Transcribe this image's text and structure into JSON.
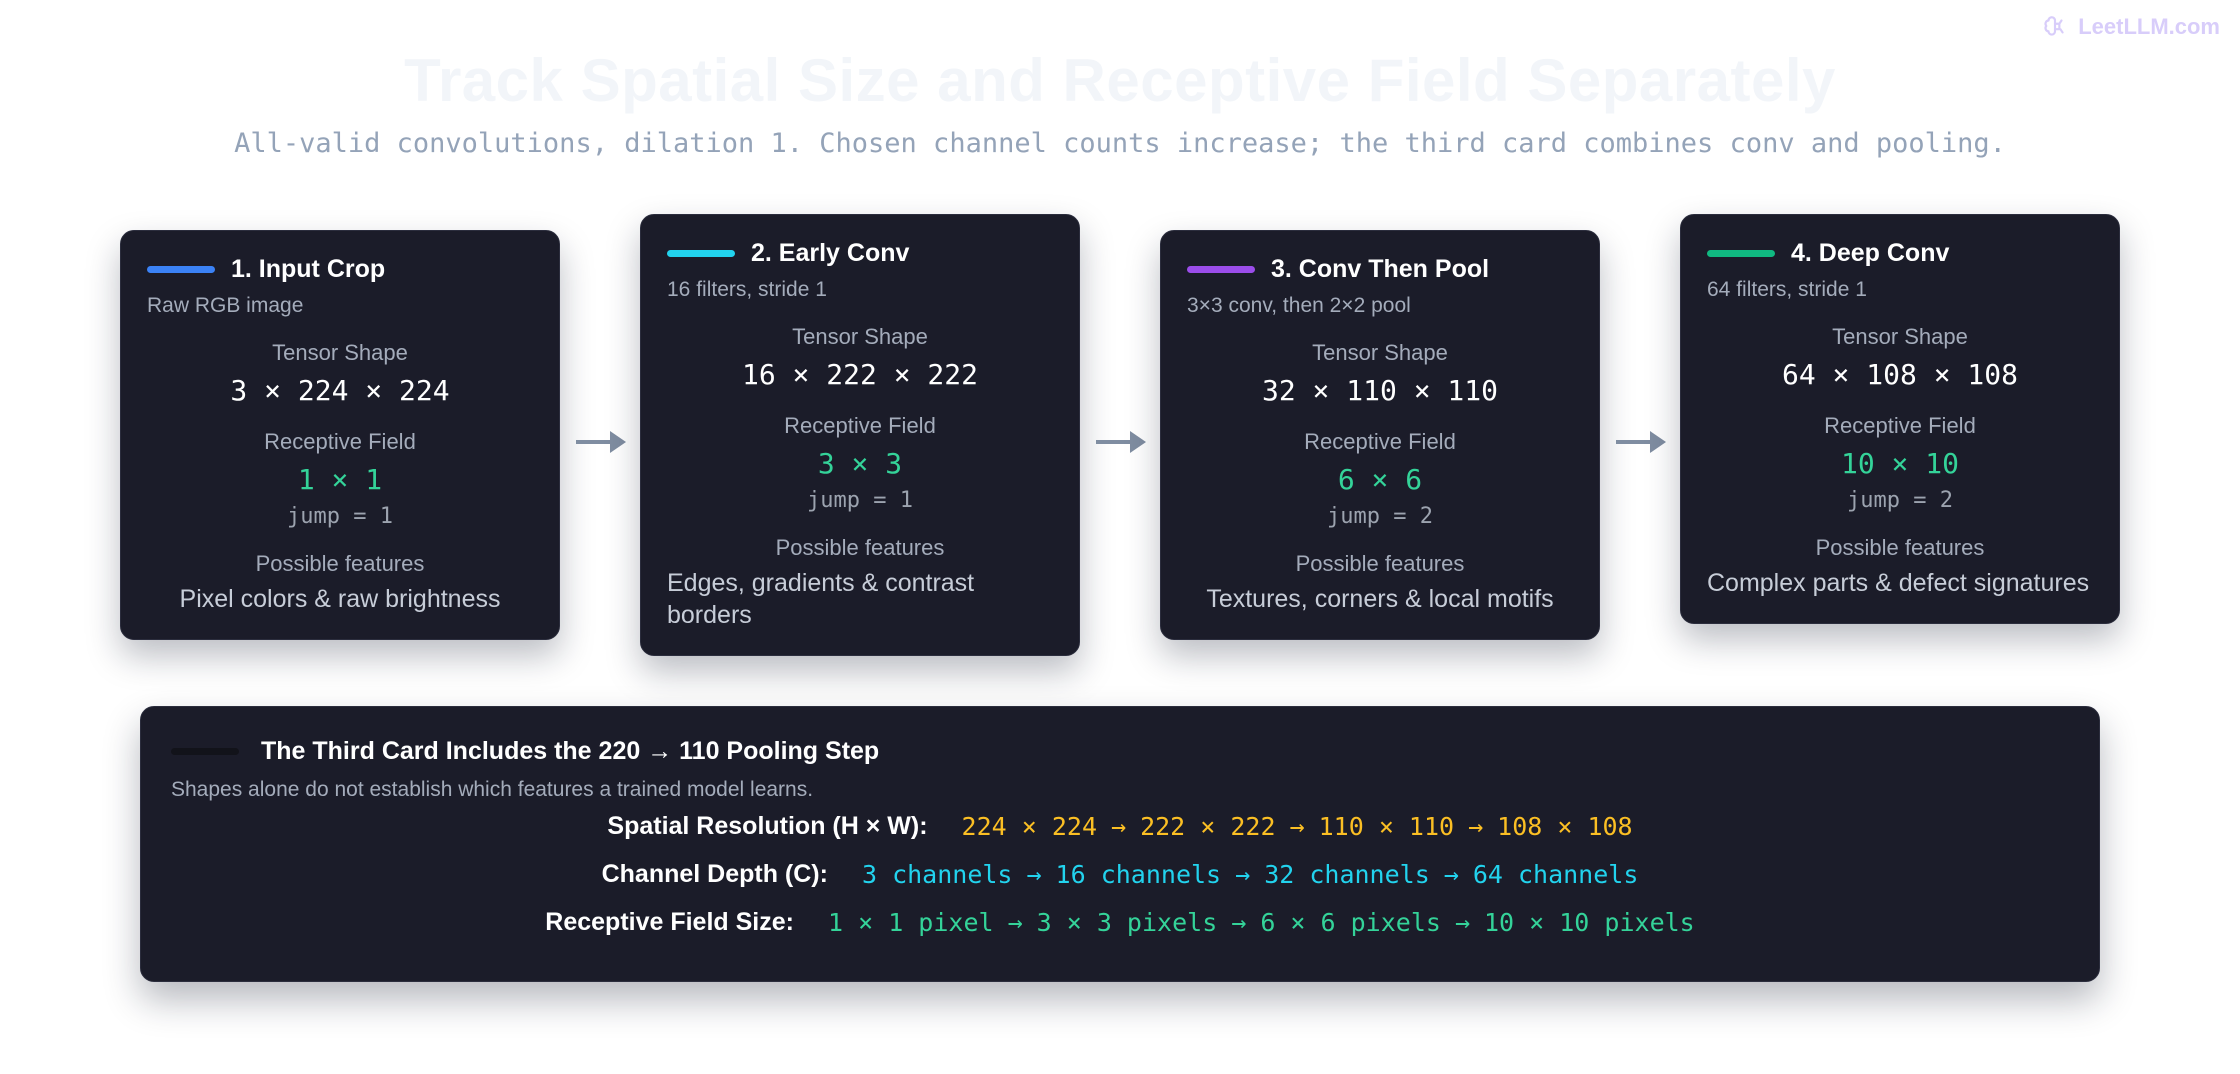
{
  "brand": {
    "name": "LeetLLM.com",
    "icon": "brain-icon",
    "color": "#d8cdfa"
  },
  "title": "Track Spatial Size and Receptive Field Separately",
  "subtitle": "All-valid convolutions, dilation 1. Chosen channel counts increase; the third card combines conv and pooling.",
  "labels": {
    "tensor_shape": "Tensor Shape",
    "receptive_field": "Receptive Field",
    "possible_features": "Possible features"
  },
  "cards": [
    {
      "title": "1. Input Crop",
      "subtitle": "Raw RGB image",
      "accent": "#3b82f6",
      "tensor_shape": "3 × 224 × 224",
      "receptive_field": "1 × 1",
      "jump": "jump = 1",
      "features": "Pixel colors & raw brightness"
    },
    {
      "title": "2. Early Conv",
      "subtitle": "16 filters, stride 1",
      "accent": "#22d3ee",
      "tensor_shape": "16 × 222 × 222",
      "receptive_field": "3 × 3",
      "jump": "jump = 1",
      "features": "Edges, gradients & contrast borders"
    },
    {
      "title": "3. Conv Then Pool",
      "subtitle": "3×3 conv, then 2×2 pool",
      "accent": "#9b4dea",
      "tensor_shape": "32 × 110 × 110",
      "receptive_field": "6 × 6",
      "jump": "jump = 2",
      "features": "Textures, corners & local motifs"
    },
    {
      "title": "4. Deep Conv",
      "subtitle": "64 filters, stride 1",
      "accent": "#10b981",
      "tensor_shape": "64 × 108 × 108",
      "receptive_field": "10 × 10",
      "jump": "jump = 2",
      "features": "Complex parts & defect signatures"
    }
  ],
  "summary": {
    "title": "The Third Card Includes the 220 → 110 Pooling Step",
    "subtitle": "Shapes alone do not establish which features a trained model learns.",
    "rows": [
      {
        "label": "Spatial Resolution (H × W):",
        "color": "#fbbf24",
        "values": [
          "224 × 224",
          "222 × 222",
          "110 × 110",
          "108 × 108"
        ]
      },
      {
        "label": "Channel Depth (C):",
        "color": "#22d3ee",
        "values": [
          "3 channels",
          "16 channels",
          "32 channels",
          "64 channels"
        ]
      },
      {
        "label": "Receptive Field Size:",
        "color": "#34d399",
        "values": [
          "1 × 1 pixel",
          "3 × 3 pixels",
          "6 × 6 pixels",
          "10 × 10 pixels"
        ]
      }
    ],
    "arrow_glyph": "→"
  }
}
